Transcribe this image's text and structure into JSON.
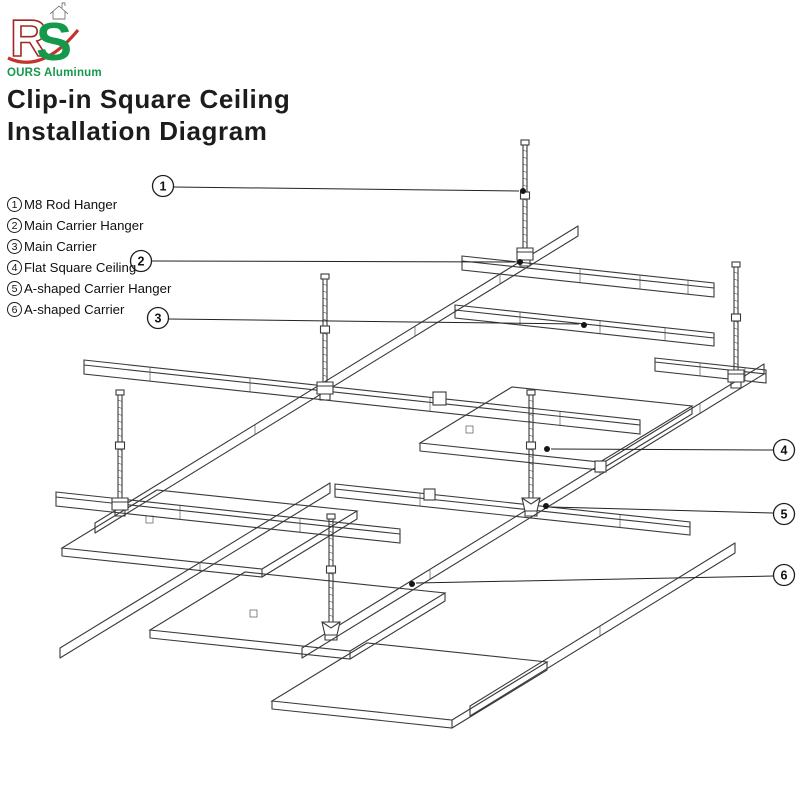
{
  "logo": {
    "letter_r": "R",
    "letter_s": "S",
    "brand": "OURS Aluminum"
  },
  "title": {
    "line1": "Clip-in Square Ceiling",
    "line2": "Installation Diagram"
  },
  "legend": {
    "items": [
      {
        "num": "1",
        "label": "M8 Rod Hanger"
      },
      {
        "num": "2",
        "label": "Main Carrier Hanger"
      },
      {
        "num": "3",
        "label": "Main Carrier"
      },
      {
        "num": "4",
        "label": "Flat Square Ceiling"
      },
      {
        "num": "5",
        "label": "A-shaped Carrier Hanger"
      },
      {
        "num": "6",
        "label": "A-shaped Carrier"
      }
    ]
  },
  "callouts": {
    "n1": "1",
    "n2": "2",
    "n3": "3",
    "n4": "4",
    "n5": "5",
    "n6": "6"
  },
  "colors": {
    "line": "#3a3a3a",
    "brand_green": "#14994a",
    "brand_red": "#a32724"
  }
}
